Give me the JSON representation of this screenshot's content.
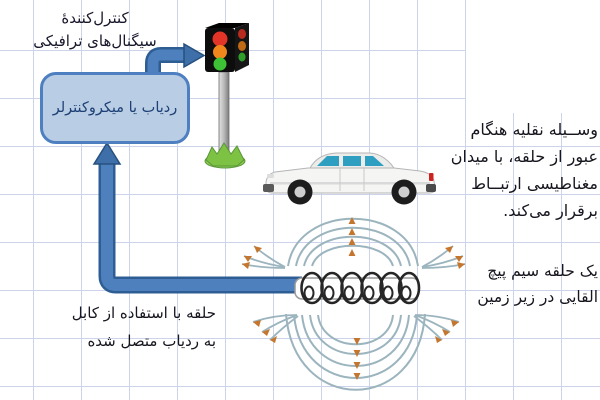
{
  "diagram": {
    "controller_label": {
      "line1": "کنترل‌کنندۀ",
      "line2": "سیگنال‌های ترافیکی"
    },
    "detector_box": {
      "label": "ردیاب یا میکروکنترلر"
    },
    "vehicle_note": {
      "line1": "وســیله نقلیه هنگام",
      "line2": "عبور از حلقه، با میدان",
      "line3": "مغناطیسی ارتبــاط",
      "line4": "برقرار می‌کند."
    },
    "loop_note": {
      "line1": "یک حلقه سیم پیچ",
      "line2": "القایی در زیر زمین"
    },
    "cable_note": {
      "line1": "حلقه با استفاده از کابل",
      "line2": "به ردیاب متصل شده"
    },
    "icons": {
      "traffic_light": "traffic-light-icon",
      "car": "car-icon",
      "coil": "induction-coil-icon",
      "field_lines": "magnetic-field-lines-icon",
      "cable_arrow": "cable-arrow-icon",
      "signal_pipe_arrow": "signal-pipe-arrow-icon"
    },
    "colors": {
      "grid": "#ccd3ea",
      "pipe_fill": "#4d80bc",
      "pipe_outline": "#2e5d94",
      "box_fill": "#b9cde4",
      "box_border": "#4d7fc1",
      "field_line": "#9bb4be",
      "field_arrow": "#c4762e",
      "signal_red": "#e23427",
      "signal_orange": "#f0861c",
      "signal_green": "#3dc236",
      "base_green": "#7dc242",
      "window_blue": "#2e9fc0",
      "text": "#16161f"
    }
  }
}
